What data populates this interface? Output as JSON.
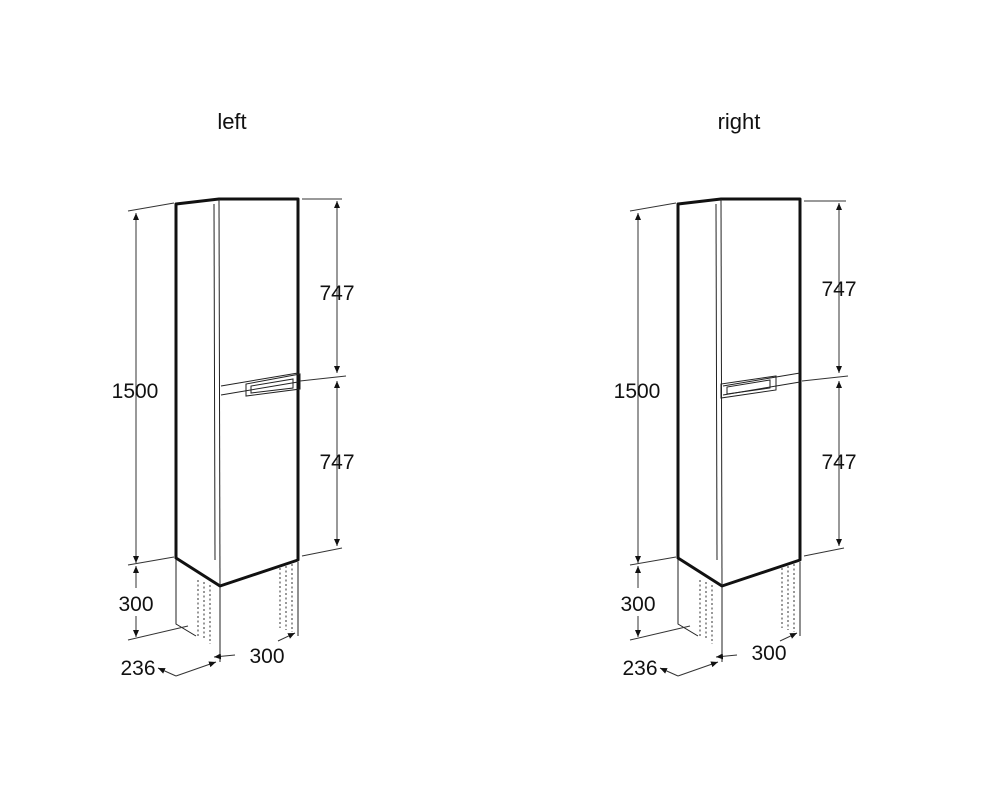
{
  "drawings": [
    {
      "title": "left",
      "dimensions": {
        "total_height": "1500",
        "upper_door": "747",
        "lower_door": "747",
        "leg_height": "300",
        "depth": "236",
        "width": "300"
      }
    },
    {
      "title": "right",
      "dimensions": {
        "total_height": "1500",
        "upper_door": "747",
        "lower_door": "747",
        "leg_height": "300",
        "depth": "236",
        "width": "300"
      }
    }
  ]
}
